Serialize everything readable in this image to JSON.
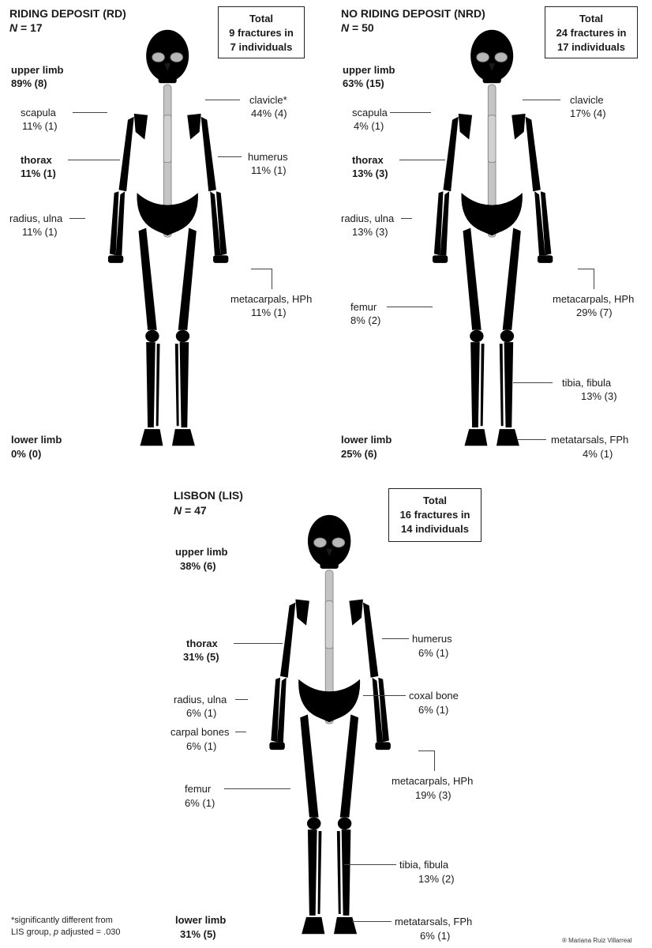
{
  "colors": {
    "fracture_dark": "#e0a060",
    "fracture_mid": "#f2c9a0",
    "fracture_light": "#f9e6d3",
    "bone_outline": "#8a8a8a",
    "spine_gray": "#bdbdbd"
  },
  "panels": {
    "rd": {
      "title": "RIDING DEPOSIT (RD)",
      "n_label": "N",
      "n_value": "= 17",
      "total": [
        "Total",
        "9 fractures in",
        "7 individuals"
      ],
      "upper_limb": {
        "label": "upper limb",
        "value": "89% (8)"
      },
      "thorax": {
        "label": "thorax",
        "value": "11% (1)"
      },
      "lower_limb": {
        "label": "lower limb",
        "value": "0% (0)"
      },
      "bones": [
        {
          "name": "scapula",
          "value": "11% (1)"
        },
        {
          "name": "radius, ulna",
          "value": "11% (1)"
        },
        {
          "name": "clavicle*",
          "value": "44% (4)"
        },
        {
          "name": "humerus",
          "value": "11% (1)"
        },
        {
          "name": "metacarpals, HPh",
          "value": "11% (1)"
        }
      ]
    },
    "nrd": {
      "title": "NO RIDING DEPOSIT (NRD)",
      "n_label": "N",
      "n_value": "= 50",
      "total": [
        "Total",
        "24 fractures in",
        "17 individuals"
      ],
      "upper_limb": {
        "label": "upper limb",
        "value": "63% (15)"
      },
      "thorax": {
        "label": "thorax",
        "value": "13% (3)"
      },
      "lower_limb": {
        "label": "lower limb",
        "value": "25% (6)"
      },
      "bones": [
        {
          "name": "scapula",
          "value": "4% (1)"
        },
        {
          "name": "radius, ulna",
          "value": "13% (3)"
        },
        {
          "name": "femur",
          "value": "8% (2)"
        },
        {
          "name": "clavicle",
          "value": "17% (4)"
        },
        {
          "name": "metacarpals, HPh",
          "value": "29% (7)"
        },
        {
          "name": "tibia, fibula",
          "value": "13% (3)"
        },
        {
          "name": "metatarsals, FPh",
          "value": "4% (1)"
        }
      ]
    },
    "lis": {
      "title": "LISBON (LIS)",
      "n_label": "N",
      "n_value": "= 47",
      "total": [
        "Total",
        "16 fractures in",
        "14 individuals"
      ],
      "upper_limb": {
        "label": "upper limb",
        "value": "38% (6)"
      },
      "thorax": {
        "label": "thorax",
        "value": "31% (5)"
      },
      "lower_limb": {
        "label": "lower limb",
        "value": "31% (5)"
      },
      "bones": [
        {
          "name": "radius, ulna",
          "value": "6% (1)"
        },
        {
          "name": "carpal bones",
          "value": "6% (1)"
        },
        {
          "name": "femur",
          "value": "6% (1)"
        },
        {
          "name": "humerus",
          "value": "6% (1)"
        },
        {
          "name": "coxal bone",
          "value": "6% (1)"
        },
        {
          "name": "metacarpals, HPh",
          "value": "19% (3)"
        },
        {
          "name": "tibia, fibula",
          "value": "13% (2)"
        },
        {
          "name": "metatarsals, FPh",
          "value": "6% (1)"
        }
      ]
    }
  },
  "footnote": [
    "*significantly different from",
    "LIS group, ",
    "p",
    " adjusted = .030"
  ],
  "credit": "Mariana Ruiz Villarreal"
}
